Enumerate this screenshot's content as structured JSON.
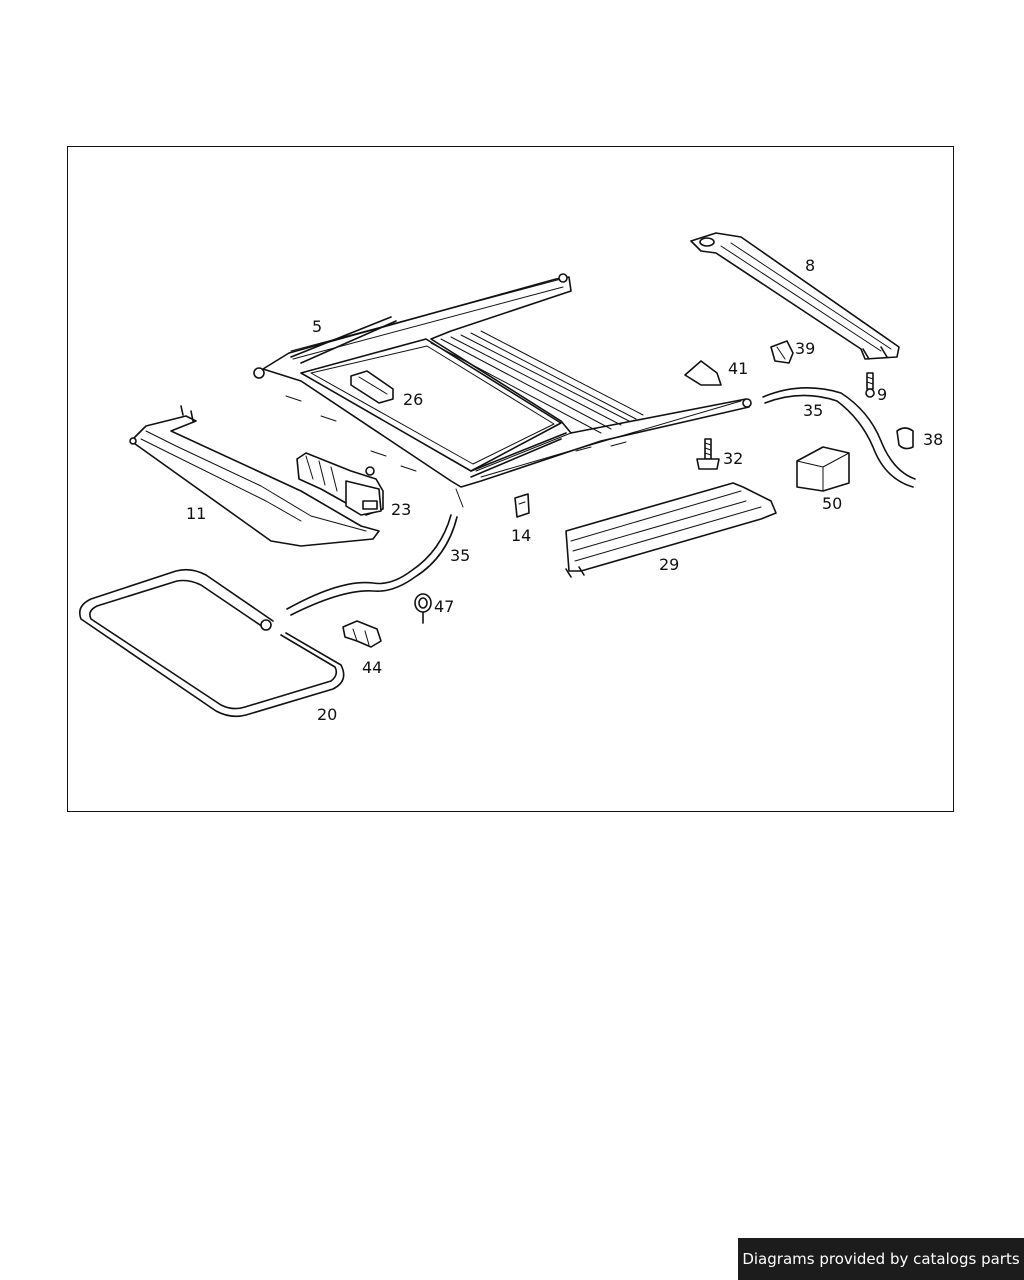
{
  "diagram": {
    "callouts": [
      {
        "id": "5",
        "label": "5"
      },
      {
        "id": "8",
        "label": "8"
      },
      {
        "id": "9",
        "label": "9"
      },
      {
        "id": "11",
        "label": "11"
      },
      {
        "id": "14",
        "label": "14"
      },
      {
        "id": "20",
        "label": "20"
      },
      {
        "id": "23",
        "label": "23"
      },
      {
        "id": "26",
        "label": "26"
      },
      {
        "id": "29",
        "label": "29"
      },
      {
        "id": "32",
        "label": "32"
      },
      {
        "id": "35a",
        "label": "35"
      },
      {
        "id": "35b",
        "label": "35"
      },
      {
        "id": "38",
        "label": "38"
      },
      {
        "id": "39",
        "label": "39"
      },
      {
        "id": "41",
        "label": "41"
      },
      {
        "id": "44",
        "label": "44"
      },
      {
        "id": "47",
        "label": "47"
      },
      {
        "id": "50",
        "label": "50"
      }
    ]
  },
  "footer": {
    "credit": "Diagrams provided by catalogs parts"
  }
}
